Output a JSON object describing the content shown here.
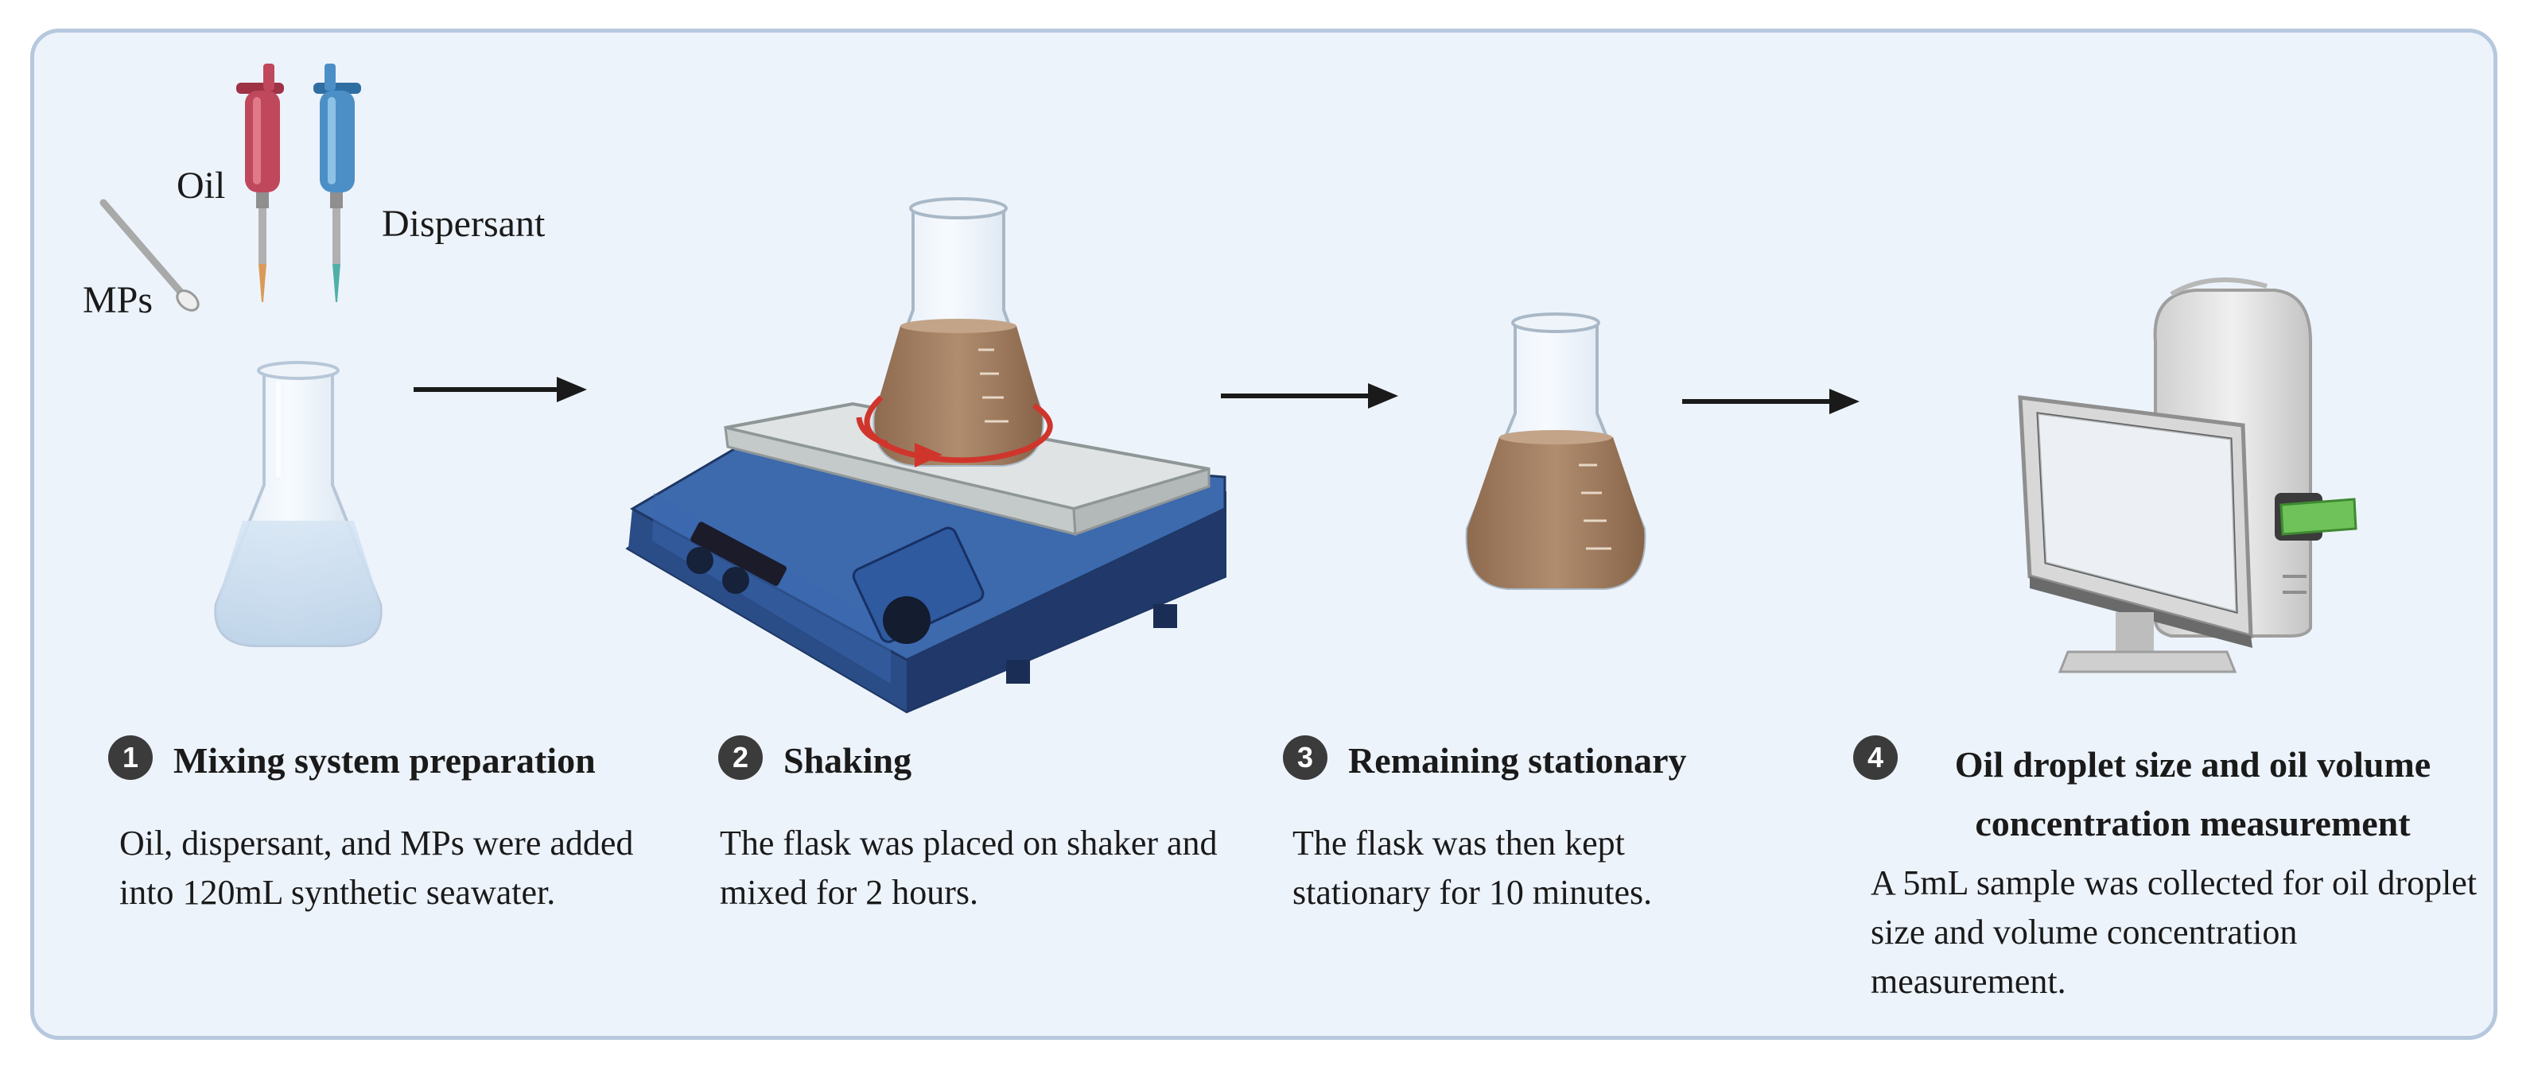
{
  "labels": {
    "oil": "Oil",
    "dispersant": "Dispersant",
    "mps": "MPs"
  },
  "steps": [
    {
      "number": "1",
      "title": "Mixing system preparation",
      "description": "Oil, dispersant, and MPs were added into 120mL synthetic seawater."
    },
    {
      "number": "2",
      "title": "Shaking",
      "description": "The flask was placed on shaker and mixed for 2 hours."
    },
    {
      "number": "3",
      "title": "Remaining stationary",
      "description": "The flask was then kept stationary for 10 minutes."
    },
    {
      "number": "4",
      "title": "Oil droplet size and oil volume concentration measurement",
      "description": "A 5mL sample was collected for oil droplet size and volume concentration measurement."
    }
  ],
  "colors": {
    "panel_background": "#edf3fb",
    "panel_border": "#b6c8de",
    "oil_pipette": "#c0485c",
    "dispersant_pipette": "#4c8fc6",
    "brown_liquid": "#a27c5e",
    "shaker_base": "#2c4f8c",
    "rotation_arrow": "#d0352c",
    "step_badge": "#3b3b3b",
    "arrow": "#1a1a1a"
  }
}
